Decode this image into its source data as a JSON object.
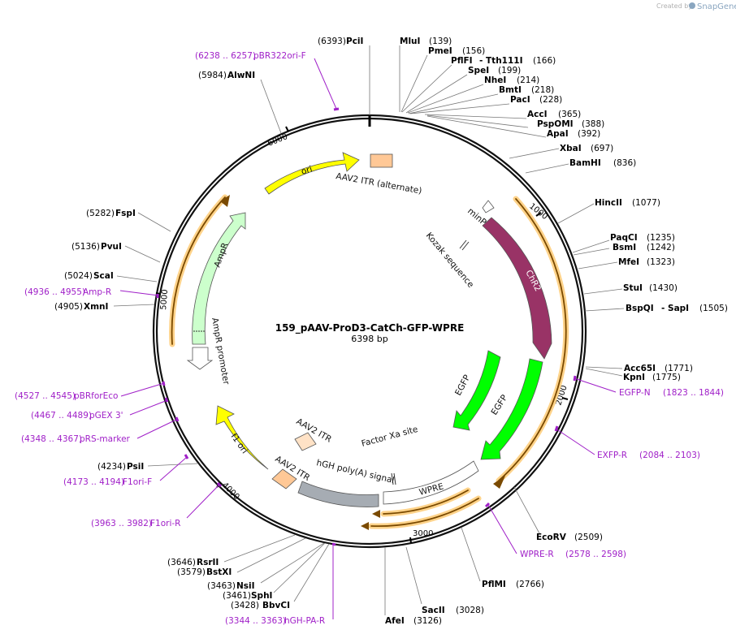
{
  "credit": {
    "prefix": "Created by",
    "brand": "SnapGene"
  },
  "map": {
    "name": "159_pAAV-ProD3-CatCh-GFP-WPRE",
    "length": "6398 bp"
  },
  "ticks": [
    "1000",
    "2000",
    "3000",
    "4000",
    "5000",
    "6000"
  ],
  "sites": [
    {
      "name": "PciI",
      "pos": "(6393)"
    },
    {
      "name": "MluI",
      "pos": "(139)"
    },
    {
      "name": "PmeI",
      "pos": "(156)"
    },
    {
      "name": "PflFI",
      "name2": "- Tth111I",
      "pos": "(166)"
    },
    {
      "name": "SpeI",
      "pos": "(199)"
    },
    {
      "name": "NheI",
      "pos": "(214)"
    },
    {
      "name": "BmtI",
      "pos": "(218)"
    },
    {
      "name": "PacI",
      "pos": "(228)"
    },
    {
      "name": "AccI",
      "pos": "(365)"
    },
    {
      "name": "PspOMI",
      "pos": "(388)"
    },
    {
      "name": "ApaI",
      "pos": "(392)"
    },
    {
      "name": "XbaI",
      "pos": "(697)"
    },
    {
      "name": "BamHI",
      "pos": "(836)"
    },
    {
      "name": "HincII",
      "pos": "(1077)"
    },
    {
      "name": "PaqCI",
      "pos": "(1235)"
    },
    {
      "name": "BsmI",
      "pos": "(1242)"
    },
    {
      "name": "MfeI",
      "pos": "(1323)"
    },
    {
      "name": "StuI",
      "pos": "(1430)"
    },
    {
      "name": "BspQI",
      "name2": "- SapI",
      "pos": "(1505)"
    },
    {
      "name": "Acc65I",
      "pos": "(1771)"
    },
    {
      "name": "KpnI",
      "pos": "(1775)"
    },
    {
      "name": "EcoRV",
      "pos": "(2509)"
    },
    {
      "name": "PflMI",
      "pos": "(2766)"
    },
    {
      "name": "SacII",
      "pos": "(3028)"
    },
    {
      "name": "AfeI",
      "pos": "(3126)"
    },
    {
      "name": "BbvCI",
      "pos": "(3428)"
    },
    {
      "name": "SphI",
      "pos": "(3461)"
    },
    {
      "name": "NsiI",
      "pos": "(3463)"
    },
    {
      "name": "BstXI",
      "pos": "(3579)"
    },
    {
      "name": "RsrII",
      "pos": "(3646)"
    },
    {
      "name": "PsiI",
      "pos": "(4234)"
    },
    {
      "name": "XmnI",
      "pos": "(4905)"
    },
    {
      "name": "ScaI",
      "pos": "(5024)"
    },
    {
      "name": "PvuI",
      "pos": "(5136)"
    },
    {
      "name": "FspI",
      "pos": "(5282)"
    },
    {
      "name": "AlwNI",
      "pos": "(5984)"
    }
  ],
  "primers": [
    {
      "name": "pBR322ori-F",
      "range": "(6238 .. 6257)"
    },
    {
      "name": "EGFP-N",
      "range": "(1823 .. 1844)"
    },
    {
      "name": "EXFP-R",
      "range": "(2084 .. 2103)"
    },
    {
      "name": "WPRE-R",
      "range": "(2578 .. 2598)"
    },
    {
      "name": "hGH-PA-R",
      "range": "(3344 .. 3363)"
    },
    {
      "name": "F1ori-R",
      "range": "(3963 .. 3982)"
    },
    {
      "name": "F1ori-F",
      "range": "(4173 .. 4194)"
    },
    {
      "name": "pRS-marker",
      "range": "(4348 .. 4367)"
    },
    {
      "name": "pGEX 3'",
      "range": "(4467 .. 4489)"
    },
    {
      "name": "pBRforEco",
      "range": "(4527 .. 4545)"
    },
    {
      "name": "Amp-R",
      "range": "(4936 .. 4955)"
    }
  ],
  "features": {
    "ori": "ori",
    "itr_alt": "AAV2 ITR (alternate)",
    "minp": "minP",
    "kozak": "Kozak sequence",
    "chr2": "ChR2",
    "egfp1": "EGFP",
    "egfp2": "EGFP",
    "factor_xa": "Factor Xa site",
    "wpre": "WPRE",
    "hgh": "hGH poly(A) signal",
    "itr1": "AAV2 ITR",
    "itr2": "AAV2 ITR",
    "f1ori": "f1 ori",
    "ampr_promoter": "AmpR promoter",
    "ampr": "AmpR"
  },
  "colors": {
    "backbone": "#111111",
    "ori": "#ffff00",
    "itr": "#ffc896",
    "chr2": "#993366",
    "egfp": "#00ff00",
    "wpre": "#ffffff",
    "hgh": "#a6acb3",
    "f1ori": "#ffff00",
    "ampr": "#ccffcc",
    "orf": "#f5a623",
    "primer": "#a020c8"
  }
}
